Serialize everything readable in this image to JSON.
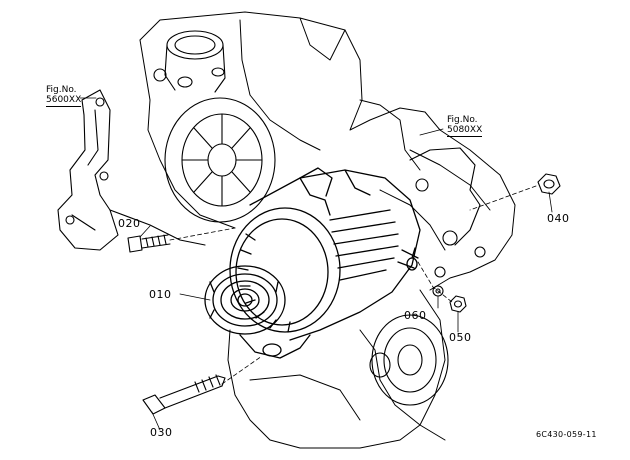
{
  "figure_refs": [
    {
      "line1": "Fig.No.",
      "line2": "5600XX"
    },
    {
      "line1": "Fig.No.",
      "line2": "5080XX"
    }
  ],
  "callouts": [
    {
      "part": "010"
    },
    {
      "part": "020"
    },
    {
      "part": "030"
    },
    {
      "part": "040"
    },
    {
      "part": "050"
    },
    {
      "part": "060"
    }
  ],
  "drawing_ref": "6C430-059-11",
  "colors": {
    "line": "#000000",
    "background": "#ffffff"
  }
}
